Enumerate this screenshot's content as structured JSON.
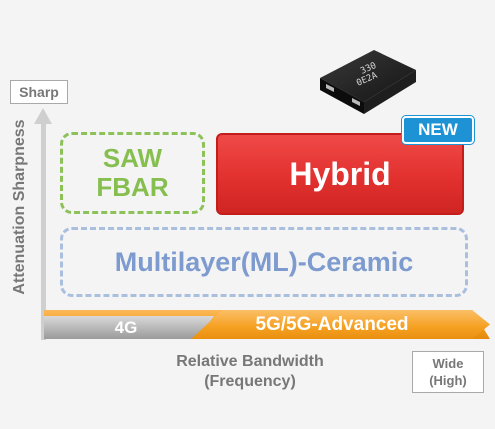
{
  "axes": {
    "y_top_label": "Sharp",
    "y_title": "Attenuation Sharpness",
    "x_title_line1": "Relative Bandwidth",
    "x_title_line2": "(Frequency)",
    "x_right_label_line1": "Wide",
    "x_right_label_line2": "(High)"
  },
  "boxes": {
    "saw_line1": "SAW",
    "saw_line2": "FBAR",
    "hybrid": "Hybrid",
    "new_badge": "NEW",
    "ml_ceramic": "Multilayer(ML)-Ceramic"
  },
  "bands": {
    "band_4g": "4G",
    "band_5g": "5G/5G-Advanced"
  },
  "chip": {
    "line1": "330",
    "line2": "0E2A"
  },
  "colors": {
    "saw": "#86bf50",
    "hybrid": "#e2312f",
    "new_badge": "#1d93d6",
    "ml_ceramic": "#7d9bcf",
    "band_5g": "#f39a17",
    "band_4g": "#9a9a9a"
  }
}
